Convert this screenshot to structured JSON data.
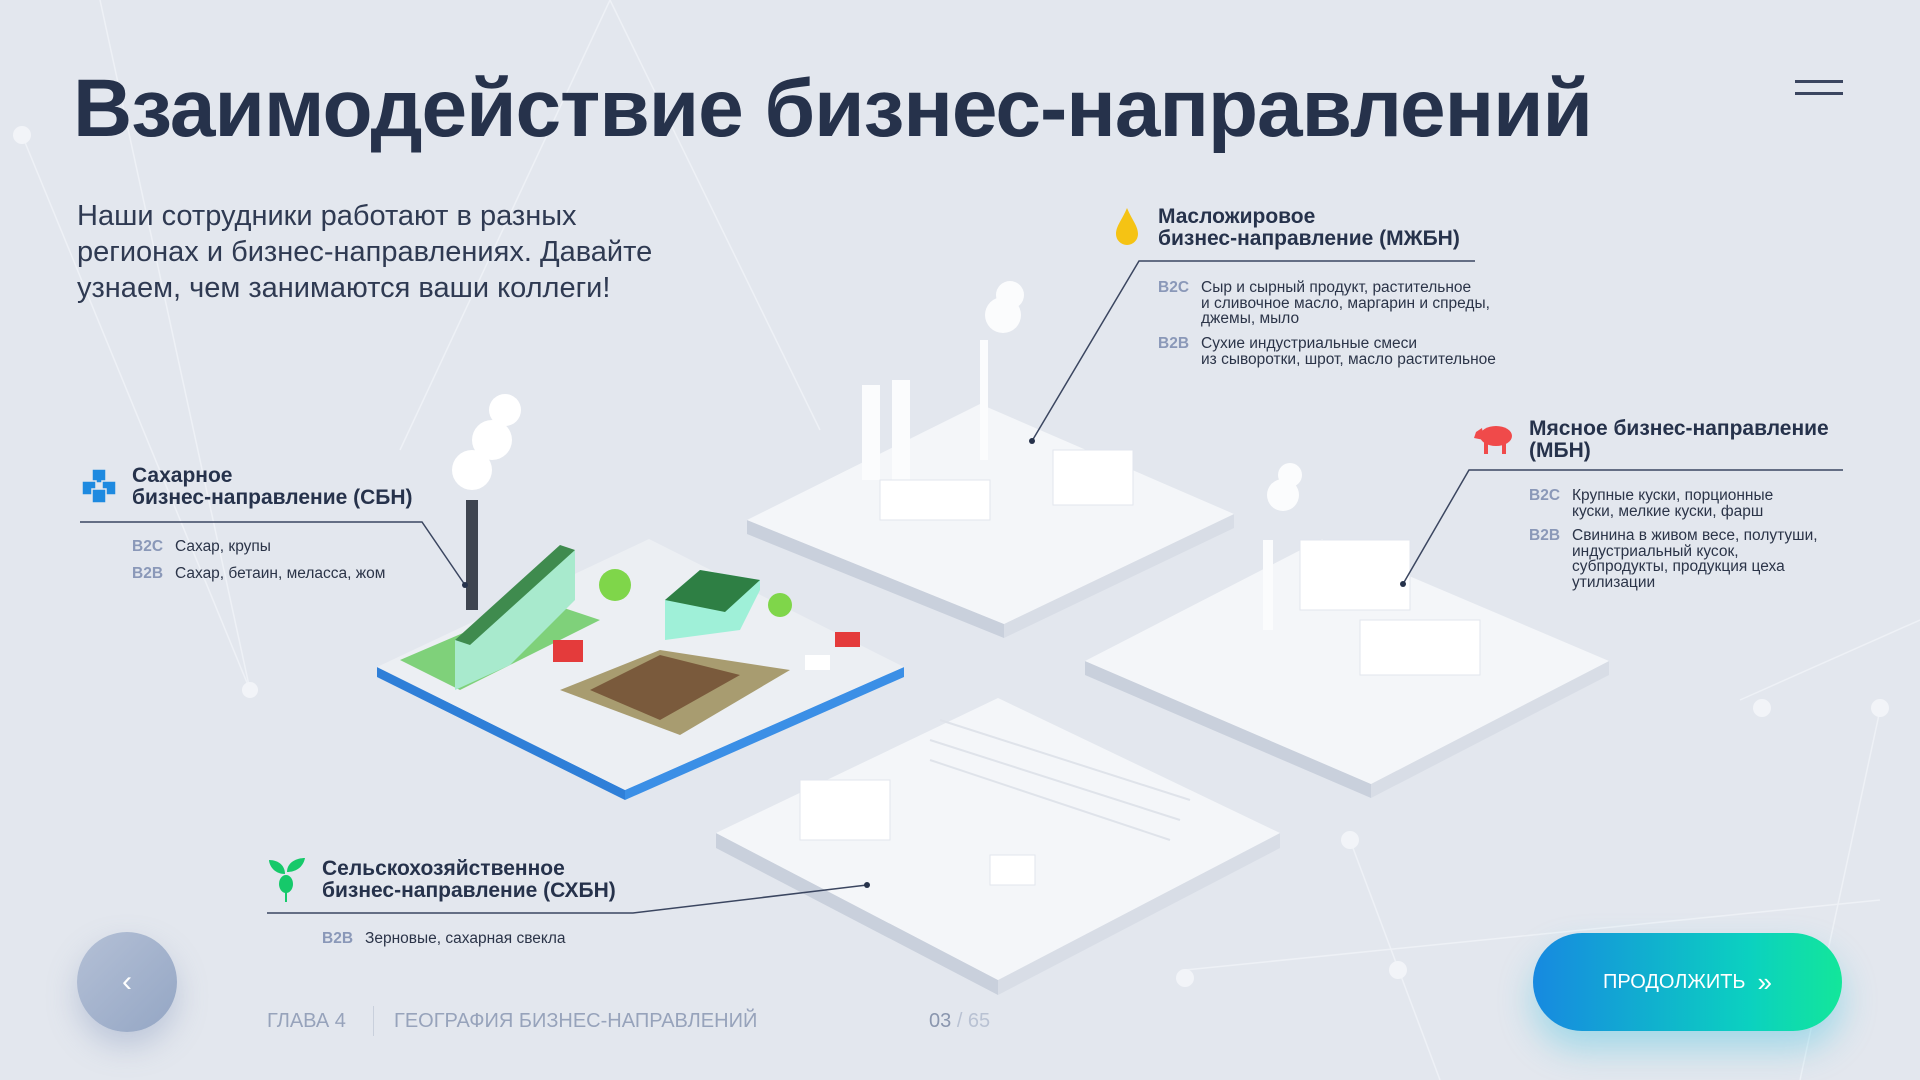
{
  "title": "Взаимодействие бизнес-направлений",
  "intro": [
    "Наши сотрудники работают в разных",
    "регионах и бизнес-направлениях. Давайте",
    "узнаем, чем занимаются ваши коллеги!"
  ],
  "colors": {
    "background": "#e3e7ee",
    "text": "#26324b",
    "tag": "#8a98b8",
    "sugar_icon": "#1e8ae0",
    "oil_icon": "#f5c314",
    "meat_icon": "#f04a4a",
    "agri_icon": "#16c96a",
    "continue_gradient": [
      "#1789e0",
      "#13e69a"
    ]
  },
  "divisions": {
    "sugar": {
      "icon": "sugar-cubes-icon",
      "title": [
        "Сахарное",
        "бизнес-направление (СБН)"
      ],
      "rows": [
        {
          "tag": "B2C",
          "text": [
            "Сахар, крупы"
          ]
        },
        {
          "tag": "B2B",
          "text": [
            "Сахар, бетаин, меласса, жом"
          ]
        }
      ]
    },
    "oil": {
      "icon": "oil-drop-icon",
      "title": [
        "Масложировое",
        "бизнес-направление (МЖБН)"
      ],
      "rows": [
        {
          "tag": "B2C",
          "text": [
            "Сыр и сырный продукт, растительное",
            "и сливочное масло, маргарин и спреды,",
            "джемы, мыло"
          ]
        },
        {
          "tag": "B2B",
          "text": [
            "Сухие индустриальные смеси",
            "из сыворотки, шрот, масло растительное"
          ]
        }
      ]
    },
    "meat": {
      "icon": "pig-icon",
      "title": [
        "Мясное бизнес-направление",
        "(МБН)"
      ],
      "rows": [
        {
          "tag": "B2C",
          "text": [
            "Крупные куски, порционные",
            "куски, мелкие куски, фарш"
          ]
        },
        {
          "tag": "B2B",
          "text": [
            "Свинина в живом весе, полутуши,",
            "индустриальный кусок,",
            "субпродукты, продукция цеха",
            "утилизации"
          ]
        }
      ]
    },
    "agri": {
      "icon": "sprout-icon",
      "title": [
        "Сельскохозяйственное",
        "бизнес-направление (СХБН)"
      ],
      "rows": [
        {
          "tag": "B2B",
          "text": [
            "Зерновые, сахарная свекла"
          ]
        }
      ]
    }
  },
  "nav": {
    "back_icon": "chevron-left-icon",
    "continue_label": "ПРОДОЛЖИТЬ",
    "continue_icon": "double-chevron-right-icon",
    "menu_icon": "hamburger-icon"
  },
  "footer": {
    "chapter": "ГЛАВА 4",
    "section": "ГЕОГРАФИЯ БИЗНЕС-НАПРАВЛЕНИЙ",
    "page_current": "03",
    "page_total": "/ 65"
  }
}
